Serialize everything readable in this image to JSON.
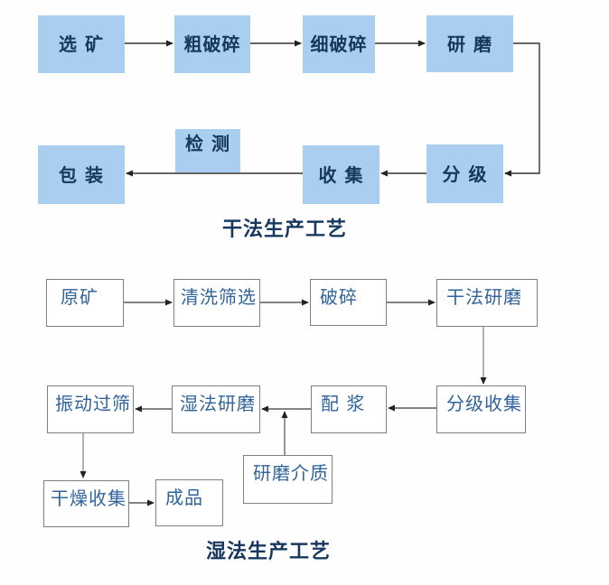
{
  "dry": {
    "title": "干法生产工艺",
    "nodes": {
      "ore_selection": "选 矿",
      "coarse_crushing": "粗破碎",
      "fine_crushing": "细破碎",
      "grinding": "研 磨",
      "inspection": "检 测",
      "packaging": "包 装",
      "collection": "收 集",
      "classification": "分 级"
    },
    "edges": [
      {
        "from": "ore_selection",
        "to": "coarse_crushing"
      },
      {
        "from": "coarse_crushing",
        "to": "fine_crushing"
      },
      {
        "from": "fine_crushing",
        "to": "grinding"
      },
      {
        "from": "grinding",
        "to": "classification"
      },
      {
        "from": "classification",
        "to": "collection"
      },
      {
        "from": "collection",
        "to": "packaging",
        "via": "inspection"
      }
    ]
  },
  "wet": {
    "title": "湿法生产工艺",
    "nodes": {
      "raw_ore": "原矿",
      "washing_screening": "清洗筛选",
      "crushing": "破碎",
      "dry_grinding": "干法研磨",
      "vibrating_screening": "振动过筛",
      "wet_grinding": "湿法研磨",
      "slurry_mixing": "配 浆",
      "classified_collection": "分级收集",
      "grinding_media": "研磨介质",
      "drying_collection": "干燥收集",
      "finished_product": "成品"
    },
    "edges": [
      {
        "from": "raw_ore",
        "to": "washing_screening"
      },
      {
        "from": "washing_screening",
        "to": "crushing"
      },
      {
        "from": "crushing",
        "to": "dry_grinding"
      },
      {
        "from": "dry_grinding",
        "to": "classified_collection"
      },
      {
        "from": "classified_collection",
        "to": "slurry_mixing"
      },
      {
        "from": "slurry_mixing",
        "to": "wet_grinding"
      },
      {
        "from": "grinding_media",
        "to": "slurry_mixing"
      },
      {
        "from": "wet_grinding",
        "to": "vibrating_screening"
      },
      {
        "from": "vibrating_screening",
        "to": "drying_collection"
      },
      {
        "from": "drying_collection",
        "to": "finished_product"
      }
    ]
  },
  "colors": {
    "dry_node_fill": "#a9cef0",
    "dry_node_text": "#17375e",
    "wet_node_border": "#7f7f7f",
    "wet_node_text": "#31639c",
    "title_text": "#17375e",
    "arrow": "#333333",
    "connector_gray": "#8a8a8a"
  }
}
